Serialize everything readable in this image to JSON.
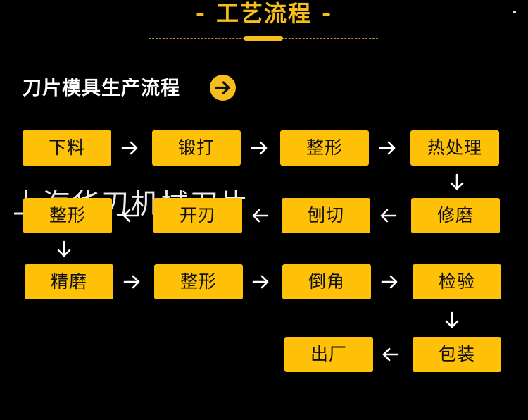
{
  "title": {
    "dash_left": "-",
    "text": "工艺流程",
    "dash_right": "-"
  },
  "subtitle": "刀片模具生产流程",
  "watermark": "上海华刃机械刀片",
  "steps": [
    "下料",
    "锻打",
    "整形",
    "热处理",
    "修磨",
    "刨切",
    "开刃",
    "整形",
    "精磨",
    "整形",
    "倒角",
    "检验",
    "包装",
    "出厂"
  ],
  "colors": {
    "accent": "#F7BE1B",
    "box": "#FEC107",
    "background": "#000000"
  },
  "icons": {
    "go": "arrow-right-circle-icon"
  }
}
